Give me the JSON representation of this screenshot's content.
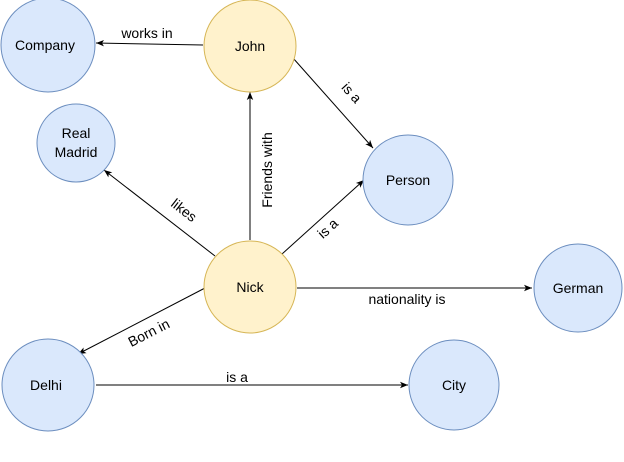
{
  "colors": {
    "person_fill": "#FFF2CC",
    "person_stroke": "#D6B656",
    "concept_fill": "#DAE8FC",
    "concept_stroke": "#6C8EBF",
    "edge": "#000000"
  },
  "nodes": {
    "company": {
      "label": "Company"
    },
    "john": {
      "label": "John"
    },
    "real_madrid": {
      "label_line1": "Real",
      "label_line2": "Madrid"
    },
    "person": {
      "label": "Person"
    },
    "nick": {
      "label": "Nick"
    },
    "german": {
      "label": "German"
    },
    "delhi": {
      "label": "Delhi"
    },
    "city": {
      "label": "City"
    }
  },
  "edges": {
    "works_in": {
      "label": "works in"
    },
    "john_is_a": {
      "label": "is a"
    },
    "friends_with": {
      "label": "Friends with"
    },
    "likes": {
      "label": "likes"
    },
    "nick_is_a": {
      "label": "is a"
    },
    "nationality_is": {
      "label": "nationality is"
    },
    "born_in": {
      "label": "Born in"
    },
    "delhi_is_a": {
      "label": "is a"
    }
  }
}
